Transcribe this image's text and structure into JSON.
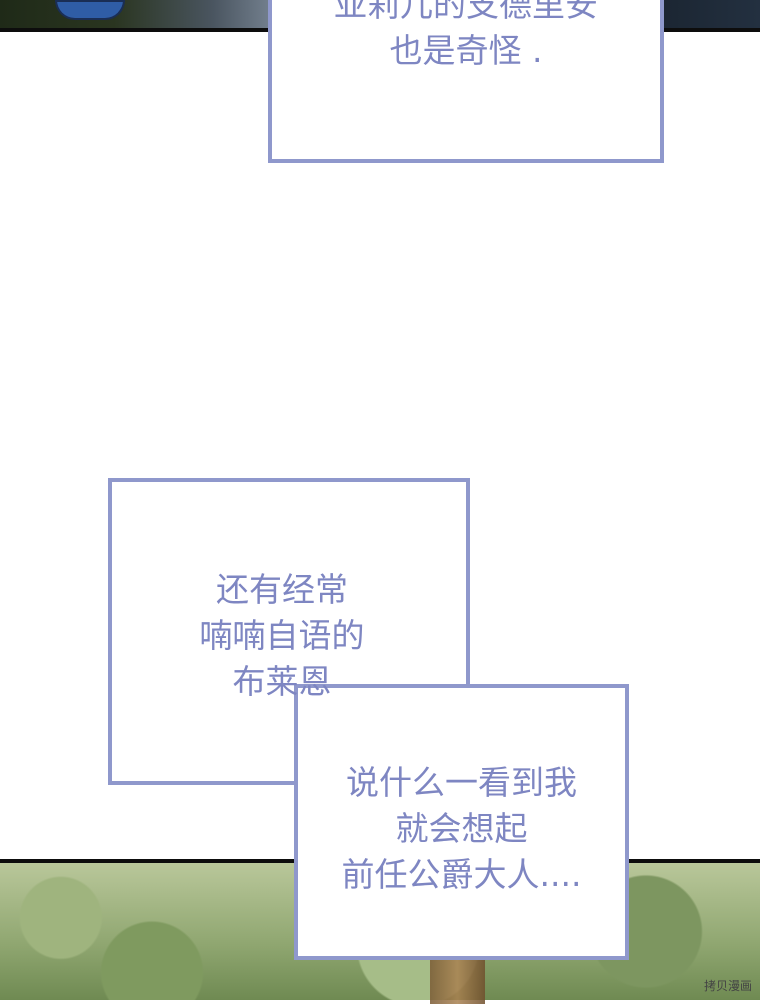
{
  "bubble_top": {
    "lines": [
      "亚莉儿的支德里安",
      "也是奇怪 ."
    ]
  },
  "bubble_left": {
    "lines": [
      "还有经常",
      "喃喃自语的",
      "布莱恩"
    ]
  },
  "bubble_right": {
    "lines": [
      "说什么一看到我",
      "就会想起",
      "前任公爵大人...."
    ]
  },
  "watermark": "拷贝漫画",
  "colors": {
    "bubble_border": "#8f98cc",
    "bubble_text": "#7e86c2",
    "panel_border": "#0d0d0d"
  }
}
